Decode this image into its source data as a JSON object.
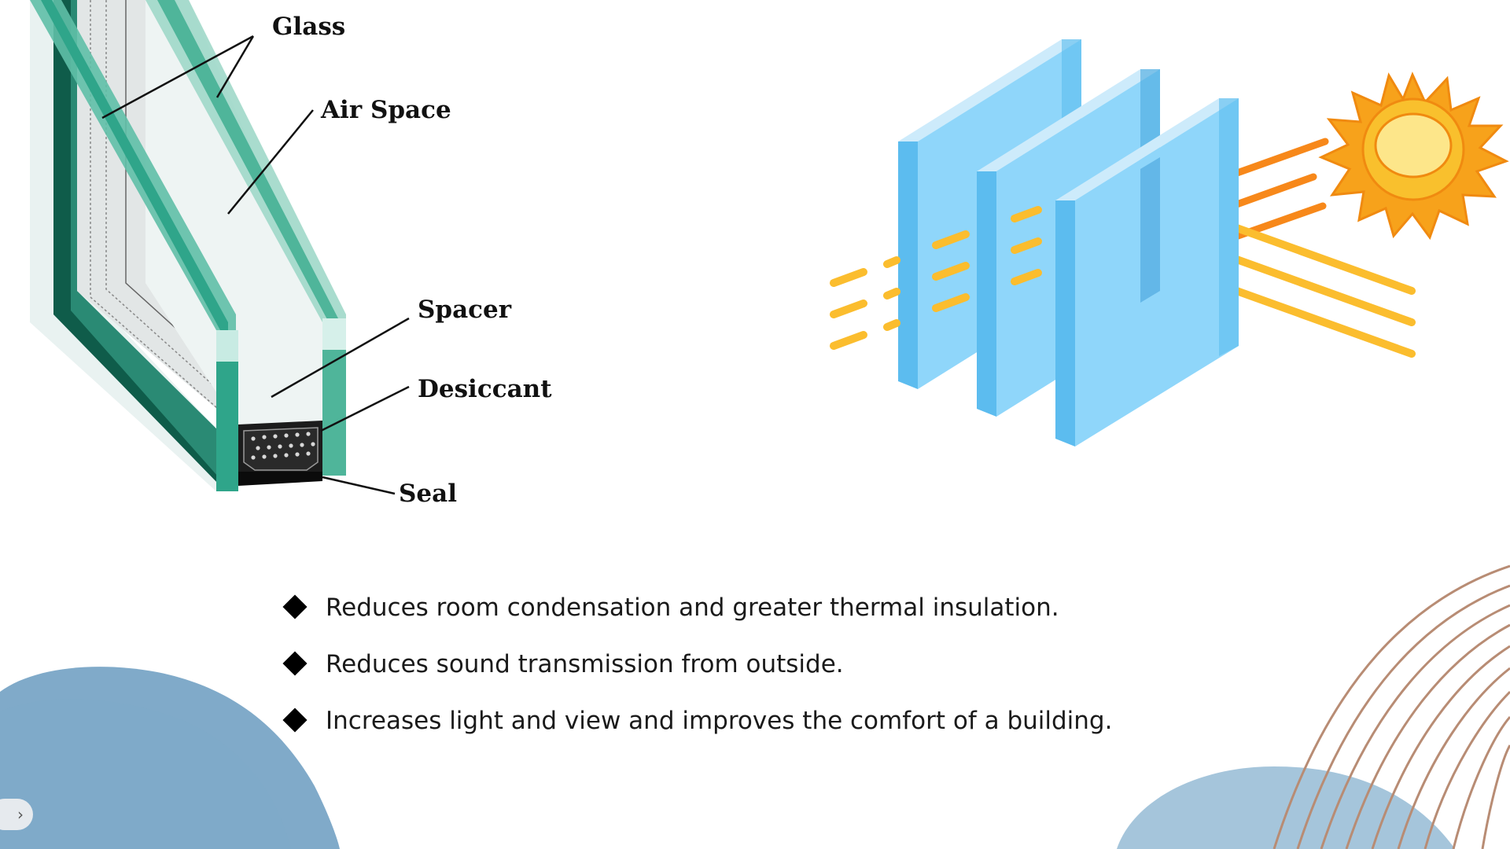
{
  "labels": {
    "glass": "Glass",
    "air_space": "Air Space",
    "spacer": "Spacer",
    "desiccant": "Desiccant",
    "seal": "Seal"
  },
  "bullets": [
    "Reduces room condensation and greater thermal insulation.",
    "Reduces sound transmission from outside.",
    "Increases light and view and improves the comfort of a building."
  ],
  "nav": {
    "next_glyph": "›"
  },
  "colors": {
    "glass_edge": "#2fa58a",
    "glass_dark": "#0f5c4a",
    "pane_blue": "#8fd6fa",
    "pane_side": "#5cbcef",
    "sun": "#fdd85a",
    "sun_ray": "#f7a21b",
    "light_ray_orange": "#f7881a",
    "light_ray_yellow": "#fbbd2e",
    "blob_blue": "#6a9bbf",
    "wood_lines": "#b88c74"
  },
  "icons": [
    "sun-icon",
    "chevron-right-icon",
    "bullet-diamond-icon"
  ]
}
